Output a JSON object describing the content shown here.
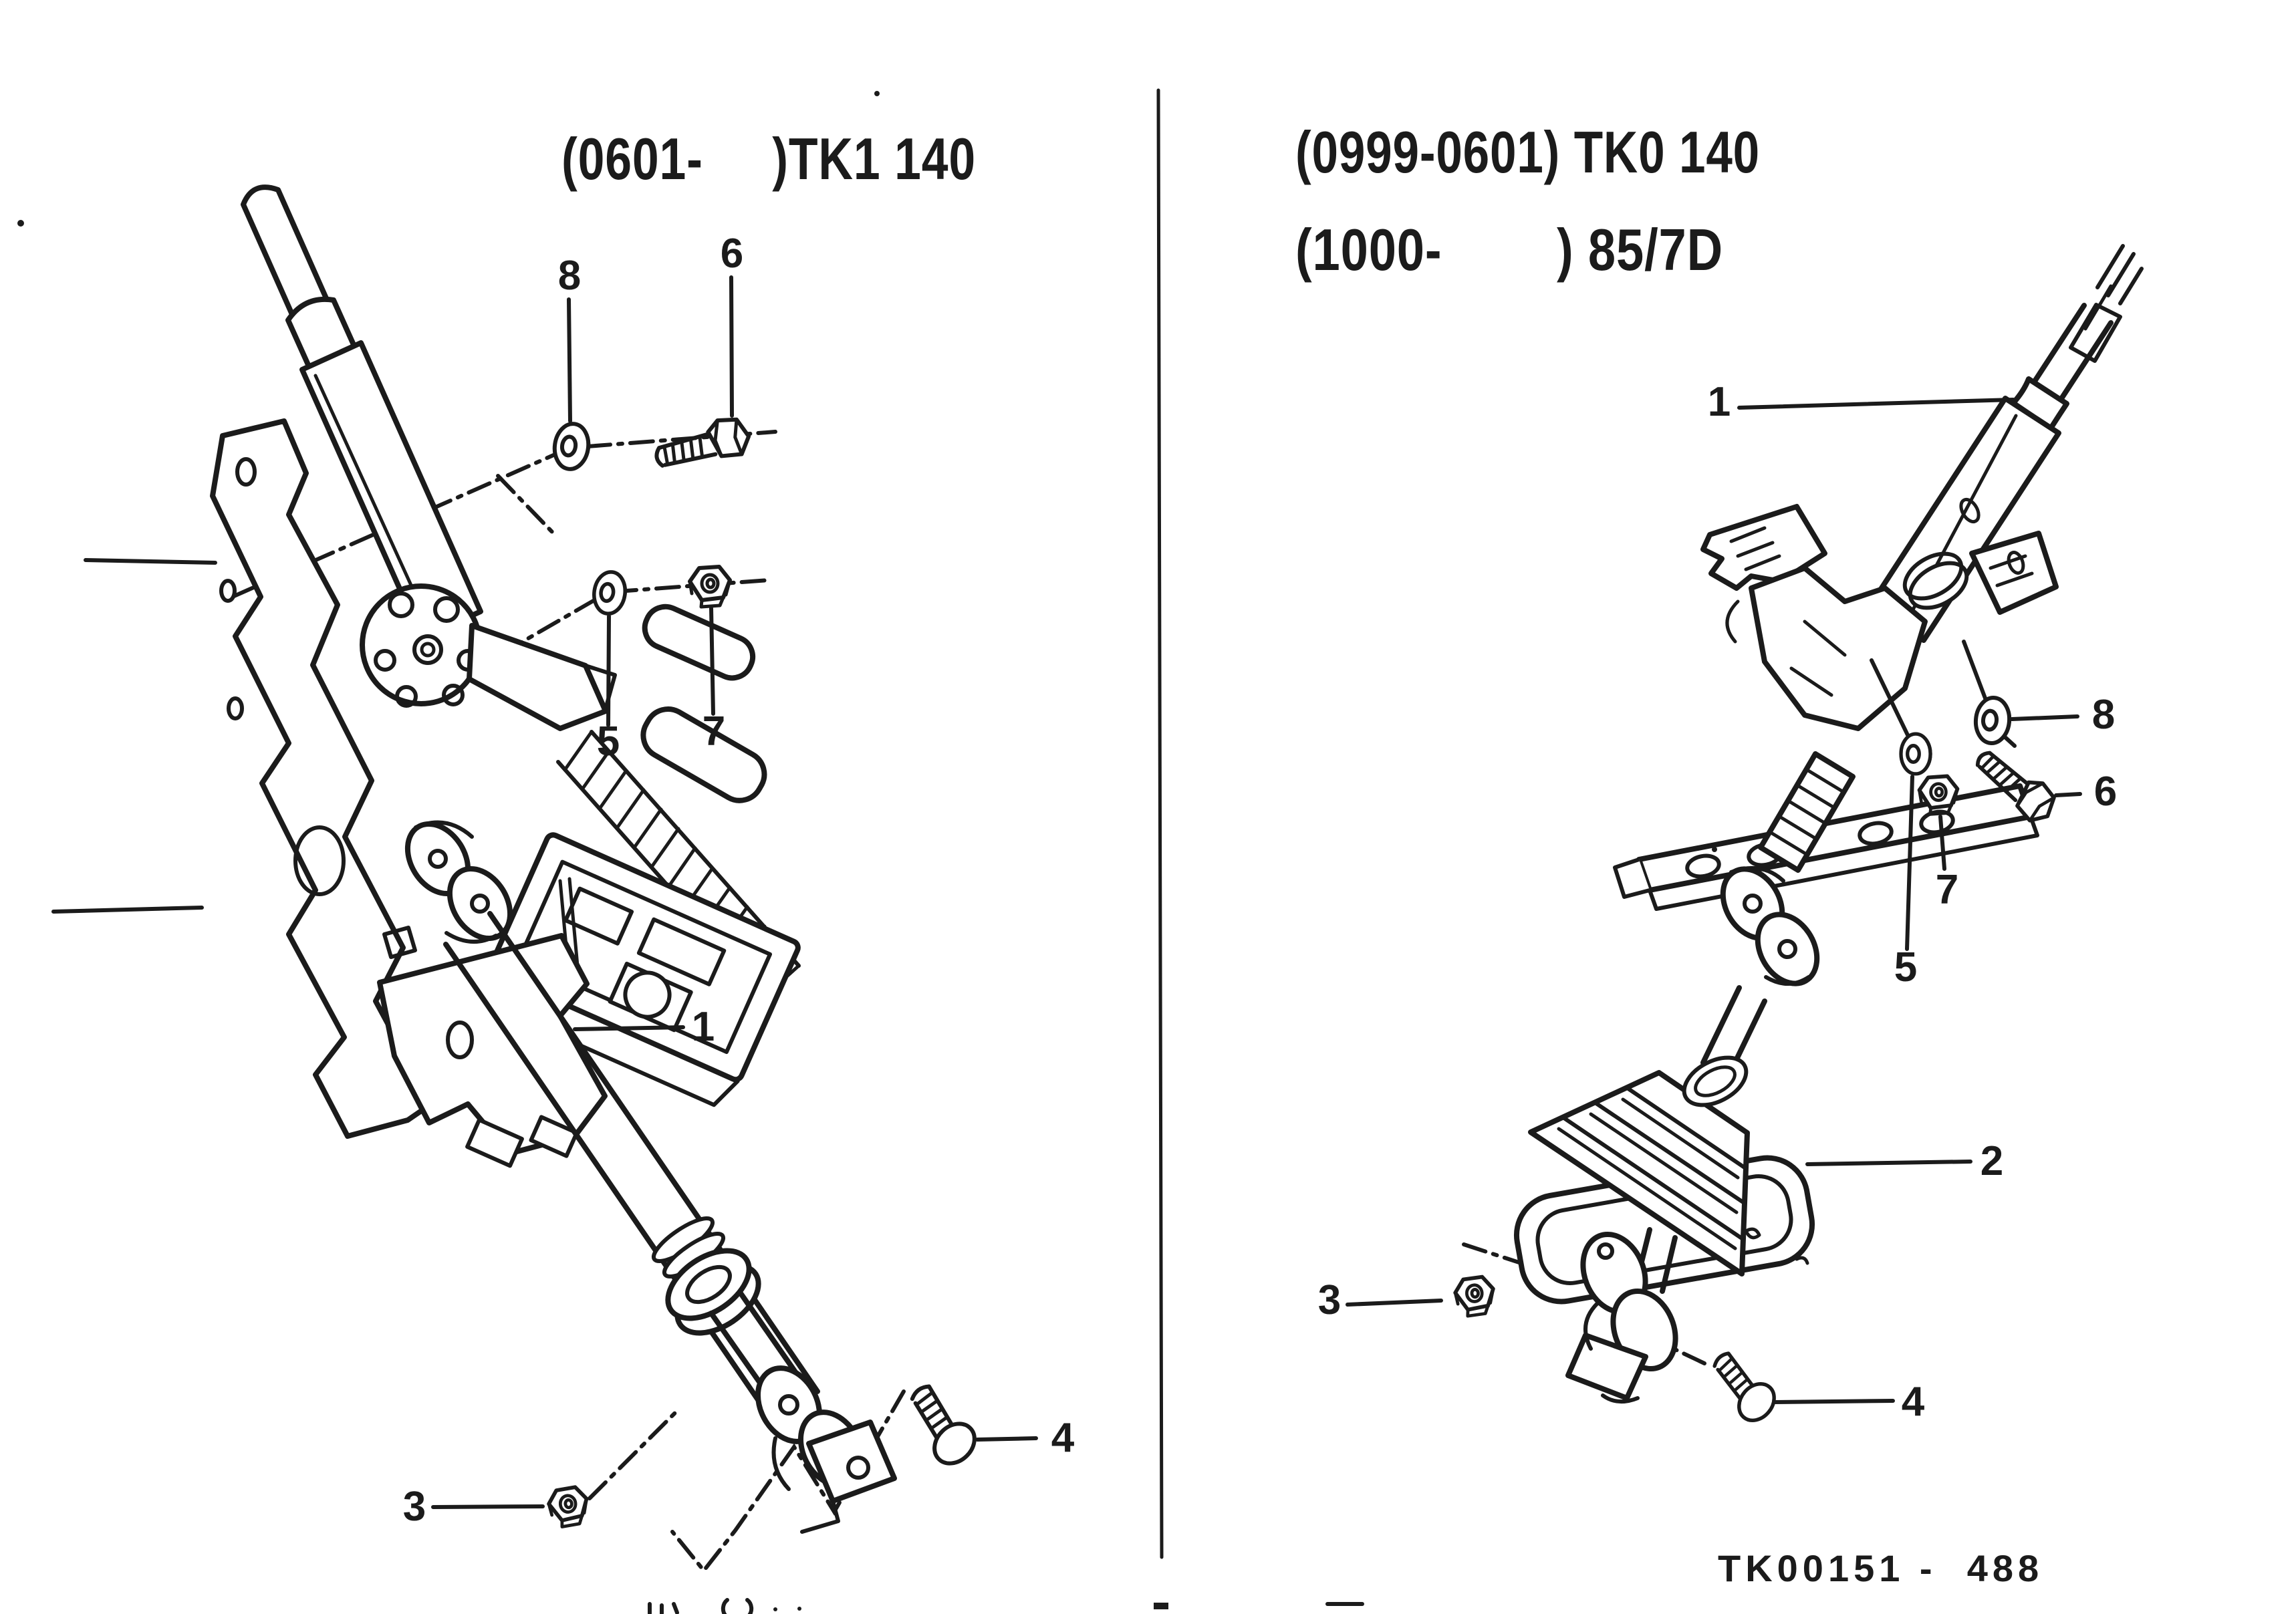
{
  "colors": {
    "ink": "#1b1b1b",
    "paper": "#ffffff"
  },
  "left_diagram": {
    "title": "(0601-     )TK1 140",
    "callouts": {
      "c1": "1",
      "c3": "3",
      "c4": "4",
      "c5": "5",
      "c6": "6",
      "c7": "7",
      "c8": "8"
    }
  },
  "right_diagram": {
    "title_line1": "(0999-0601) TK0 140",
    "title_line2": "(1000-        ) 85/7D",
    "callouts": {
      "c1": "1",
      "c2": "2",
      "c3": "3",
      "c4": "4",
      "c5": "5",
      "c6": "6",
      "c7": "7",
      "c8": "8"
    }
  },
  "footer": {
    "drawing_code": "TK00151 -  488"
  }
}
